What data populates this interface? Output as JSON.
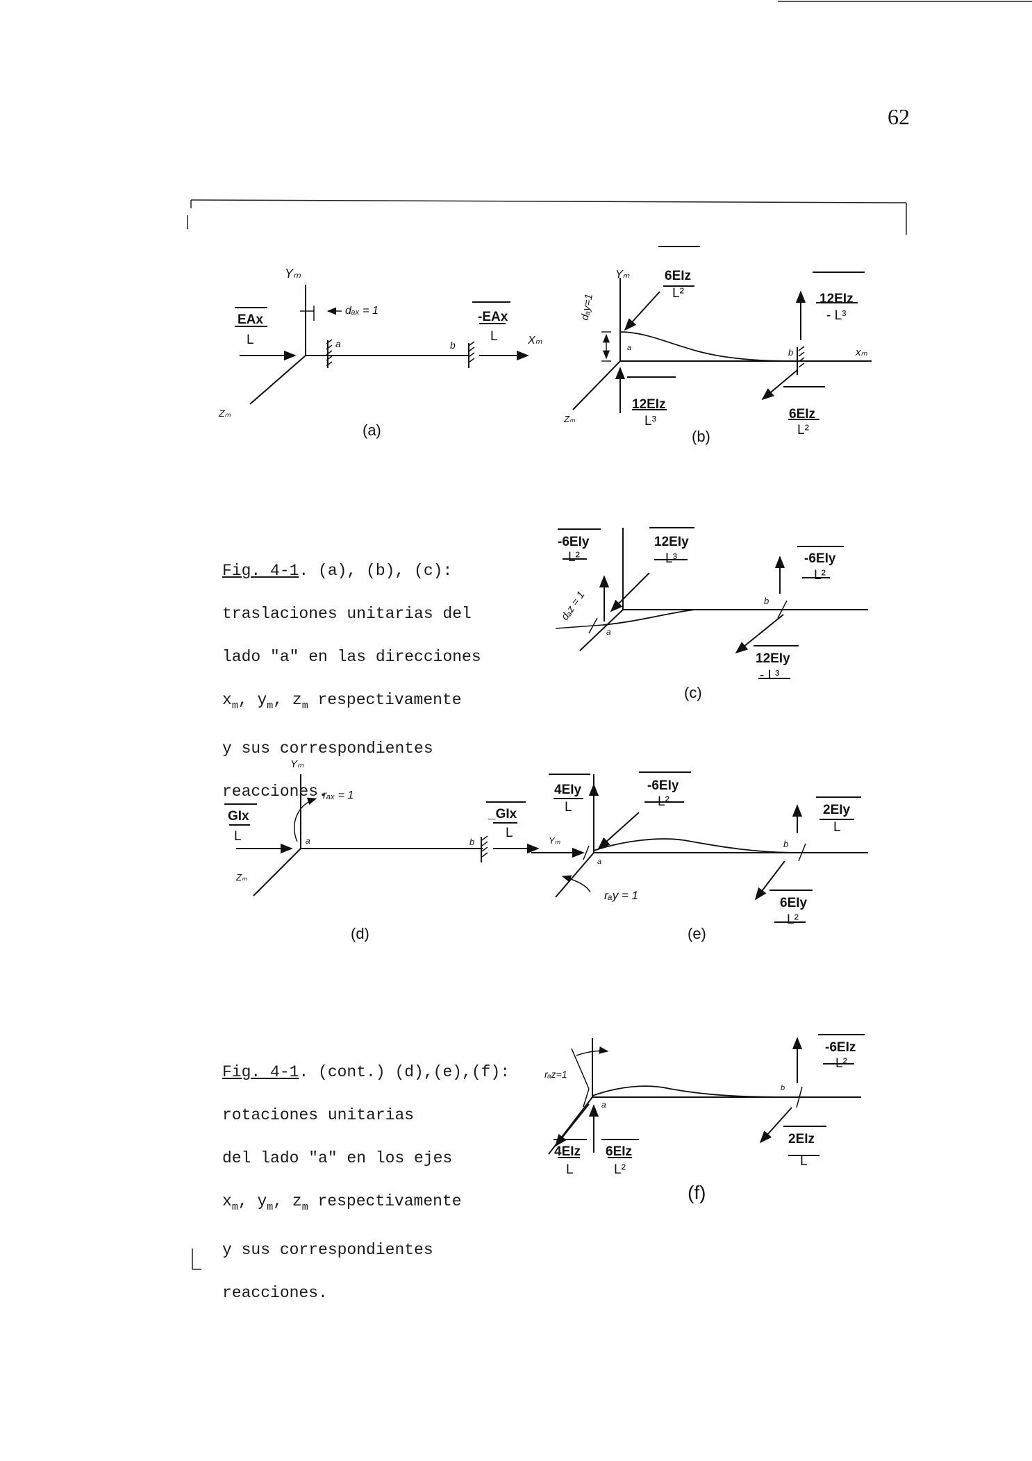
{
  "page_number": "62",
  "figures": {
    "a": {
      "label": "(a)",
      "axis_y": "Yₘ",
      "axis_x": "Xₘ",
      "axis_z": "Zₘ",
      "disp": "dₐₓ = 1",
      "node_a": "a",
      "node_b": "b",
      "left_num": "EAx",
      "left_den": "L",
      "right_num": "-EAx",
      "right_den": "L"
    },
    "b": {
      "label": "(b)",
      "axis_y": "Yₘ",
      "axis_x": "xₘ",
      "axis_z": "Zₘ",
      "disp": "dₐy=1",
      "node_a": "a",
      "node_b": "b",
      "top_left_num": "6EIz",
      "top_left_den": "L²",
      "top_right_num": "12EIz",
      "top_right_den": "- L³",
      "bottom_left_num": "12EIz",
      "bottom_left_den": "L³",
      "bottom_right_num": "6EIz",
      "bottom_right_den": "L²"
    },
    "c": {
      "label": "(c)",
      "disp": "dₐz = 1",
      "node_a": "a",
      "node_b": "b",
      "top_left_num": "-6EIy",
      "top_left_den": "L²",
      "top_mid_num": "12EIy",
      "top_mid_den": "L³",
      "top_right_num": "-6EIy",
      "top_right_den": "L²",
      "bottom_right_num": "12EIy",
      "bottom_right_den": "- L³"
    },
    "d": {
      "label": "(d)",
      "axis_y": "Yₘ",
      "axis_z": "Zₘ",
      "rot": "rₐₓ = 1",
      "node_a": "a",
      "node_b": "b",
      "left_num": "GIx",
      "left_den": "L",
      "right_num": "_GIx",
      "right_den": "L"
    },
    "e": {
      "label": "(e)",
      "axis_y": "Yₘ",
      "rot": "rₐy = 1",
      "node_a": "a",
      "node_b": "b",
      "top_left_num": "4EIy",
      "top_left_den": "L",
      "top_mid_num": "-6EIy",
      "top_mid_den": "L²",
      "top_right_num": "2EIy",
      "top_right_den": "L",
      "bottom_right_num": "6EIy",
      "bottom_right_den": "L²"
    },
    "f": {
      "label": "(f)",
      "rot": "rₐz=1",
      "node_a": "a",
      "node_b": "b",
      "top_right_num": "-6EIz",
      "top_right_den": "L²",
      "bottom_left_num": "4EIz",
      "bottom_left_den": "L",
      "bottom_mid_num": "6EIz",
      "bottom_mid_den": "L²",
      "bottom_right_num": "2EIz",
      "bottom_right_den": "L"
    }
  },
  "caption1": {
    "lead": "Fig. 4-1",
    "line1": ". (a), (b), (c):",
    "line2": "traslaciones unitarias del",
    "line3": "lado \"a\" en las direcciones",
    "line4_x": "x",
    "line4_y": "y",
    "line4_z": "z",
    "sub": "m",
    "line4_tail": " respectivamente",
    "line5": "y sus correspondientes",
    "line6": "reacciones."
  },
  "caption2": {
    "lead": "Fig. 4-1",
    "line1": ". (cont.) (d),(e),(f):",
    "line2": "rotaciones unitarias",
    "line3": "del lado \"a\" en los ejes",
    "line4_x": "x",
    "line4_y": "y",
    "line4_z": "z",
    "sub": "m",
    "line4_tail": " respectivamente",
    "line5": "y sus correspondientes",
    "line6": "reacciones."
  }
}
